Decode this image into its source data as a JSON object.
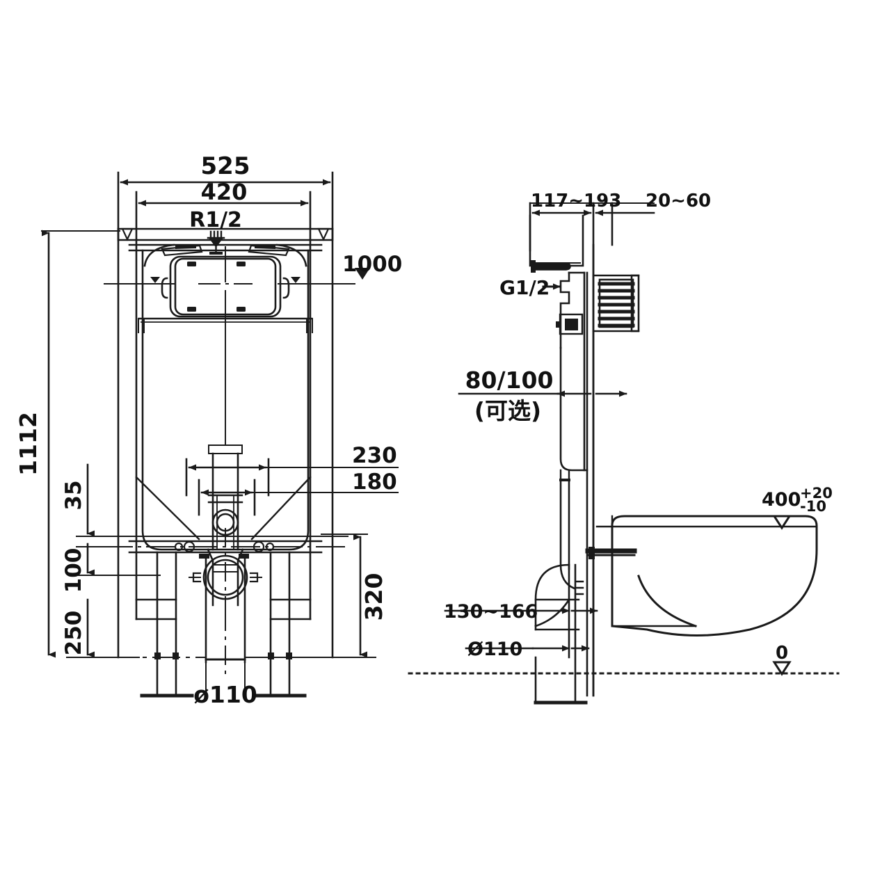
{
  "drawing": {
    "title": "Wall-hung toilet concealed cistern installation drawing",
    "line_color": "#1a1a1a",
    "background": "#ffffff"
  },
  "front_view": {
    "name": "front-elevation",
    "dimensions": {
      "overall_width": "525",
      "frame_width": "420",
      "water_inlet_thread": "R1/2",
      "seat_height_marker": "1000",
      "overall_height": "1112",
      "bracket_offset_top": "35",
      "bracket_spacing": "100",
      "leg_height": "250",
      "bolt_spacing_outer": "230",
      "bolt_spacing_inner": "180",
      "waste_center_height": "320",
      "waste_pipe_diameter": "ø110"
    }
  },
  "side_view": {
    "name": "side-section",
    "dimensions": {
      "cistern_depth_range": "117~193",
      "wall_finish_range": "20~60",
      "inlet_thread": "G1/2",
      "frame_depth_option": "80/100",
      "frame_depth_option_note": "(可选)",
      "bowl_height": "400",
      "bowl_tolerance_plus": "+20",
      "bowl_tolerance_minus": "-10",
      "waste_offset_range": "130~166",
      "waste_pipe_diameter": "Ø110",
      "datum_label": "0"
    }
  }
}
